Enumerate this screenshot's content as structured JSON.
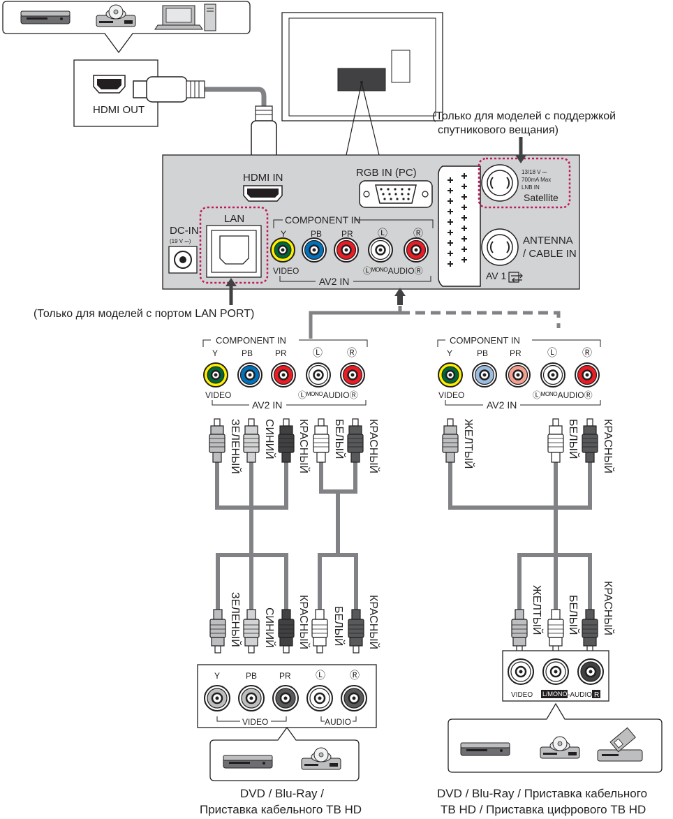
{
  "colors": {
    "panel": "#d1d3d4",
    "cable": "#808285",
    "highlight": "#c2185b",
    "green": "#006838",
    "yellow": "#fff200",
    "blue": "#0072bc",
    "red": "#ed1c24",
    "white": "#ffffff",
    "dark": "#414042"
  },
  "icons": [
    "dvd-player-icon",
    "blu-ray-player-icon",
    "laptop-pc-icon",
    "set-top-box-icon",
    "satellite-receiver-icon"
  ],
  "hdmi_out": {
    "label": "HDMI OUT"
  },
  "tv_panel": {
    "hdmi_in": "HDMI IN",
    "rgb_in": "RGB IN (PC)",
    "lan": "LAN",
    "dc_in": "DC-IN",
    "dc_spec": "(19 V ⎓)",
    "component_in": "COMPONENT IN",
    "port_y": "Y",
    "port_pb": "PB",
    "port_pr": "PR",
    "port_l": "Ⓛ",
    "port_r": "Ⓡ",
    "video": "VIDEO",
    "audio": "ⓁᴹᴼᴺᴼAUDIOⓇ",
    "av2_in": "AV2 IN",
    "av1": "AV 1",
    "sat_spec_1": "13/18 V ⎓",
    "sat_spec_2": "700mA Max",
    "sat_spec_3": "LNB IN",
    "satellite": "Satellite",
    "antenna_1": "ANTENNA",
    "antenna_2": "/ CABLE IN"
  },
  "notes": {
    "satellite_1": "(Только для моделей с поддержкой",
    "satellite_2": "спутникового вещания)",
    "lan": "(Только для моделей с портом LAN PORT)"
  },
  "left_panel": {
    "component_in": "COMPONENT IN",
    "av2_in": "AV2 IN",
    "video": "VIDEO",
    "audio": "ⓁᴹᴼᴺᴼAUDIOⓇ",
    "ports": [
      "Y",
      "PB",
      "PR",
      "Ⓛ",
      "Ⓡ"
    ]
  },
  "right_panel": {
    "component_in": "COMPONENT IN",
    "av2_in": "AV2 IN",
    "video": "VIDEO",
    "audio": "ⓁᴹᴼᴺᴼAUDIOⓇ",
    "ports": [
      "Y",
      "PB",
      "PR",
      "Ⓛ",
      "Ⓡ"
    ]
  },
  "cable_colors": {
    "green": "ЗЕЛЕНЫЙ",
    "blue": "СИНИЙ",
    "red": "КРАСНЫЙ",
    "white": "БЕЛЫЙ",
    "yellow": "ЖЕЛТЫЙ"
  },
  "source_left": {
    "ports": [
      "Y",
      "PB",
      "PR",
      "Ⓛ",
      "Ⓡ"
    ],
    "video": "VIDEO",
    "audio": "AUDIO",
    "caption_1": "DVD / Blu-Ray /",
    "caption_2": "Приставка кабельного ТВ HD"
  },
  "source_right": {
    "video": "VIDEO",
    "lmono": "L/MONO",
    "audio": "-AUDIO-",
    "r": "R",
    "caption_1": "DVD / Blu-Ray / Приставка кабельного",
    "caption_2": "ТВ HD / Приставка цифрового ТВ HD"
  }
}
